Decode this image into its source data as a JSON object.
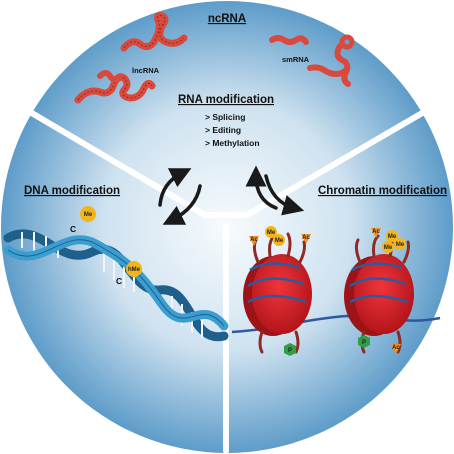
{
  "panels": {
    "ncrna": {
      "title": "ncRNA",
      "lncrna_label": "lncRNA",
      "smrna_label": "smRNA",
      "rna_mod_title": "RNA modification",
      "rna_mod_items": [
        "> Splicing",
        "> Editing",
        "> Methylation"
      ]
    },
    "dna": {
      "title": "DNA modification",
      "labels": {
        "me": "Me",
        "hme": "hMe",
        "c1": "C",
        "c2": "C"
      }
    },
    "chromatin": {
      "title": "Chromatin modification",
      "marks": {
        "ac": "Ac",
        "me": "Me",
        "p": "P"
      }
    }
  },
  "colors": {
    "circle_center": "#f7fbfd",
    "circle_edge": "#5e9cc9",
    "rna": "#d94a3d",
    "rna_dark": "#8f2a22",
    "nucleosome": "#e0242a",
    "nucleosome_dark": "#9c1418",
    "dna_wrap": "#2d5a9e",
    "helix": "#3a9ed1",
    "helix_dark": "#1f5f8b",
    "me_badge": "#f3b51c",
    "ac_badge": "#e8912a",
    "p_badge": "#2f9e44",
    "arrow": "#1a1a1a"
  }
}
